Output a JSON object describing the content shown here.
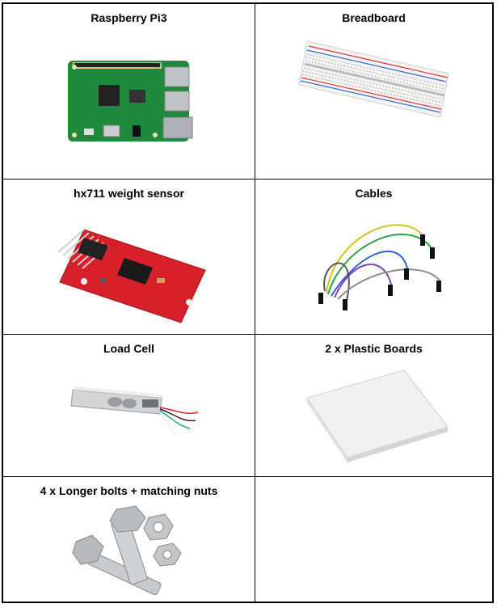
{
  "cells": [
    {
      "title": "Raspberry Pi3",
      "image": "raspberry-pi3-board"
    },
    {
      "title": "Breadboard",
      "image": "breadboard"
    },
    {
      "title": "hx711 weight sensor",
      "image": "hx711-module"
    },
    {
      "title": "Cables",
      "image": "jumper-cables"
    },
    {
      "title": "Load Cell",
      "image": "load-cell"
    },
    {
      "title": "2 x Plastic Boards",
      "image": "plastic-board"
    },
    {
      "title": "4 x Longer bolts + matching nuts",
      "image": "bolts-and-nuts"
    },
    {
      "title": "",
      "image": ""
    }
  ]
}
